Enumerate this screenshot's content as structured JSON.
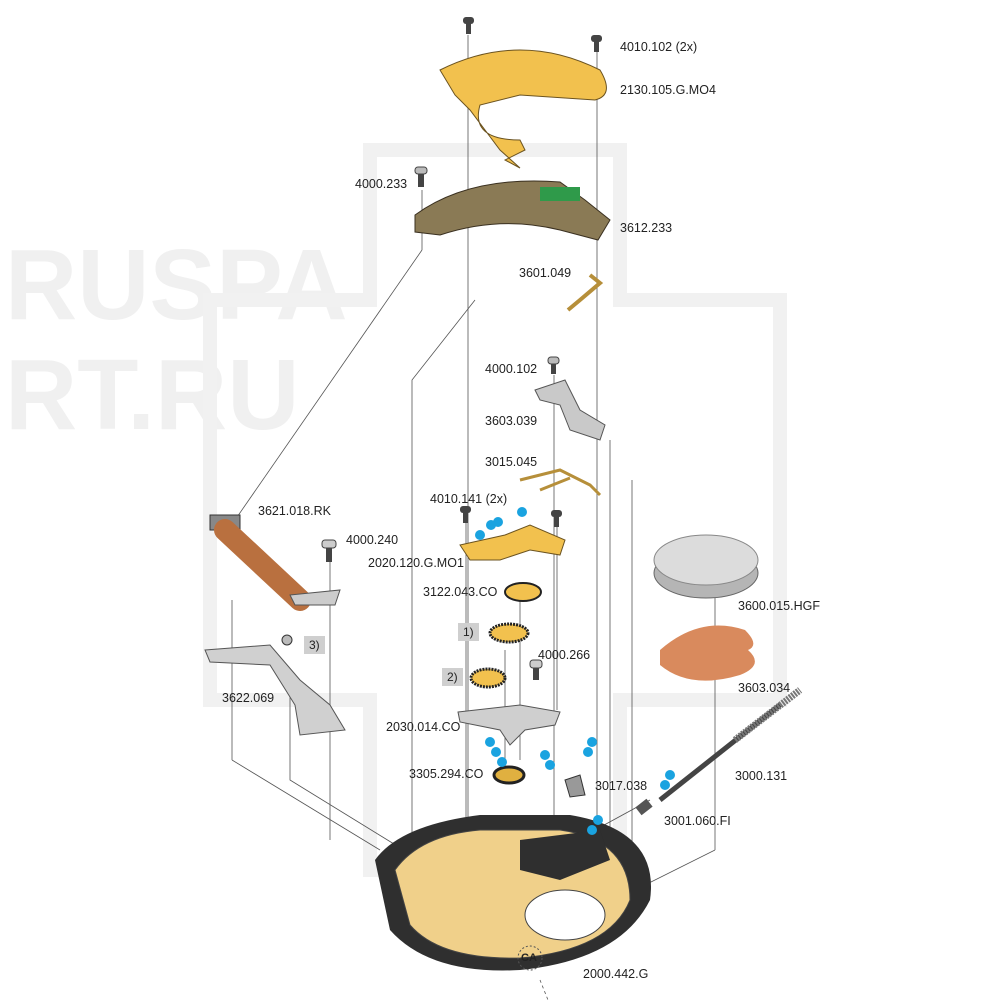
{
  "watermark": "RUSPART.RU",
  "colors": {
    "brass": "#f2c14e",
    "steel": "#c9c9c9",
    "dark": "#3a3a3a",
    "oil": "#1aa3e0",
    "copper": "#d9875a",
    "coil": "#b9703f"
  },
  "labels": {
    "screw_4010_102": "4010.102 (2x)",
    "bridge_2130": "2130.105.G.MO4",
    "screw_4000_233": "4000.233",
    "module_3612": "3612.233",
    "spring_3601": "3601.049",
    "screw_4000_102": "4000.102",
    "lever_3603_039": "3603.039",
    "spring_3015": "3015.045",
    "screw_4010_141": "4010.141 (2x)",
    "coil_3621": "3621.018.RK",
    "screw_4000_240": "4000.240",
    "bridge_2020": "2020.120.G.MO1",
    "wheel_3122": "3122.043.CO",
    "screw_4000_266": "4000.266",
    "battery_3600": "3600.015.HGF",
    "insulator_3603_034": "3603.034",
    "plate_3622": "3622.069",
    "bridge_2030": "2030.014.CO",
    "wheel_3305": "3305.294.CO",
    "part_3017": "3017.038",
    "stem_3000": "3000.131",
    "part_3001": "3001.060.FI",
    "mainplate_2000": "2000.442.G",
    "ca": "CA"
  },
  "badges": {
    "b1": "1)",
    "b2": "2)",
    "b3": "3)"
  }
}
